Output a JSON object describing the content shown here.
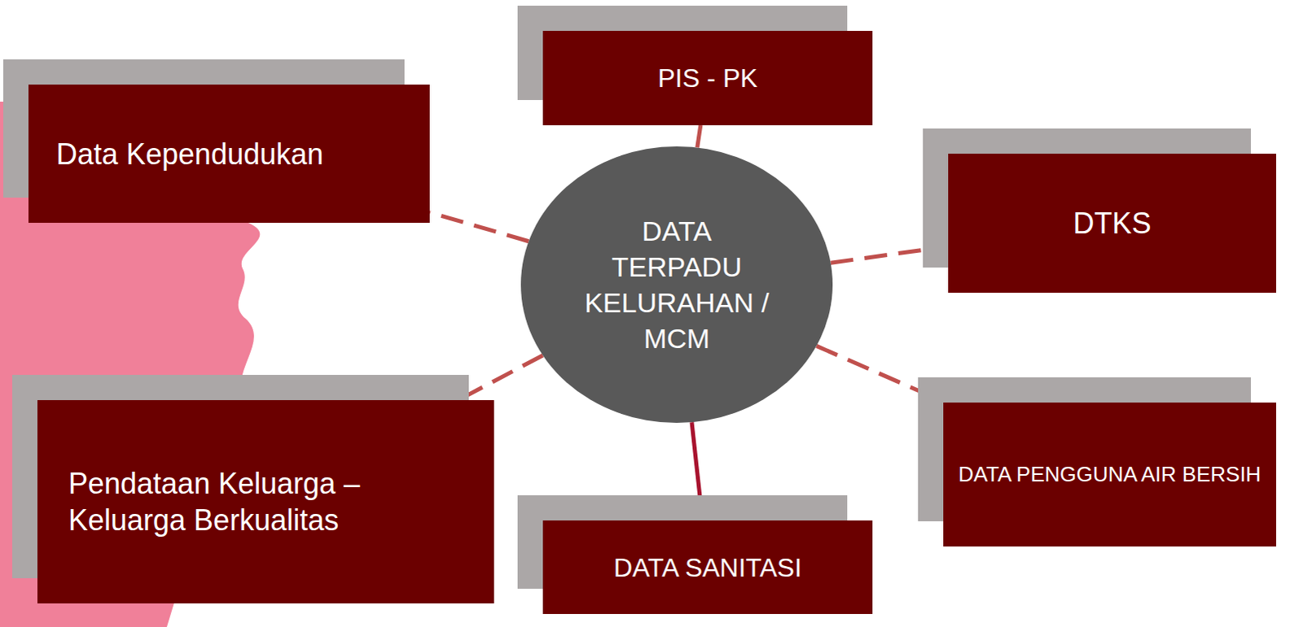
{
  "diagram": {
    "nodes": [
      {
        "text": [
          "Data Kependudukan"
        ]
      },
      {
        "text": [
          "PIS - PK"
        ]
      },
      {
        "text": [
          "DTKS"
        ]
      },
      {
        "text": [
          "DATA TERPADU KELURAHAN / MCM"
        ]
      },
      {
        "text": [
          "Pendataan Keluarga – Keluarga Berkualitas"
        ]
      },
      {
        "text": [
          "DATA SANITASI"
        ]
      },
      {
        "text": [
          "DATA PENGGUNA AIR BERSIH"
        ]
      }
    ],
    "edges": [
      {
        "from": 3,
        "to": 0,
        "arrow": "none"
      },
      {
        "from": 3,
        "to": 1,
        "arrow": "none"
      },
      {
        "from": 3,
        "to": 2,
        "arrow": "none"
      },
      {
        "from": 3,
        "to": 4,
        "arrow": "none"
      },
      {
        "from": 3,
        "to": 5,
        "arrow": "none"
      },
      {
        "from": 3,
        "to": 6,
        "arrow": "none"
      }
    ]
  }
}
